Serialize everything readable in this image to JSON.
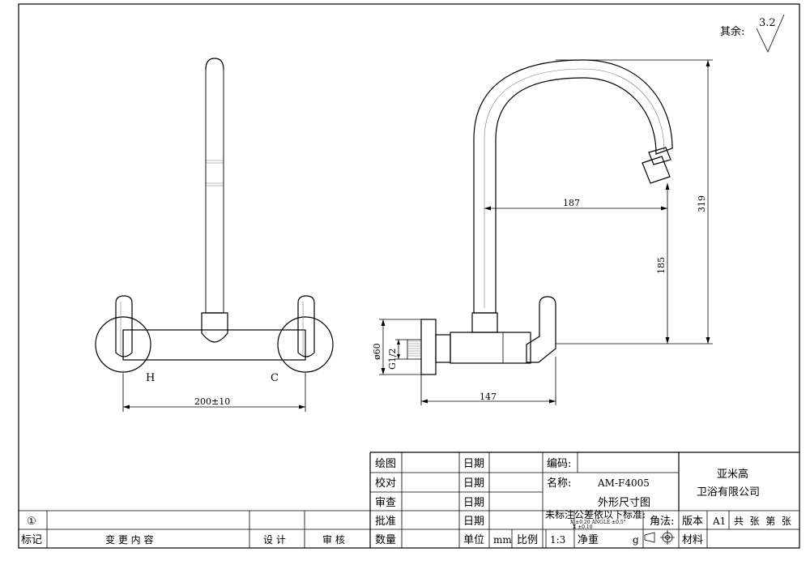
{
  "roughness": {
    "prefix": "其余:",
    "value": "3.2"
  },
  "dimensions": {
    "width_front": "200±10",
    "reach": "187",
    "height_total": "319",
    "height_outlet": "185",
    "depth": "147",
    "flange_dia": "ø60",
    "thread": "G1/2"
  },
  "labels": {
    "hot": "H",
    "cold": "C"
  },
  "title_block": {
    "drawn": "绘图",
    "checked": "校对",
    "reviewed": "审查",
    "approved": "批准",
    "quantity": "数量",
    "date": "日期",
    "unit_label": "单位",
    "unit_value": "mm",
    "scale_label": "比例",
    "scale_value": "1:3",
    "net_weight": "净重",
    "weight_unit": "g",
    "code_label": "编码:",
    "name_label": "名称:",
    "model": "AM-F4005",
    "drawing_name": "外形尺寸图",
    "tolerance_note": "未标注公差依以下标准:",
    "tol_x": "X    ±0.20  ANGLE  ±0.5°",
    "tol_xx": "X    ±0.10",
    "projection": "角法:",
    "version_label": "版本",
    "version_value": "A1",
    "sheets": "共  张  第  张",
    "material": "材料",
    "company_line1": "亚米高",
    "company_line2": "卫浴有限公司",
    "rev_mark": "①",
    "rev_label": "标记",
    "rev_content": "变 更 内 容",
    "design": "设 计",
    "audit": "审 核"
  }
}
